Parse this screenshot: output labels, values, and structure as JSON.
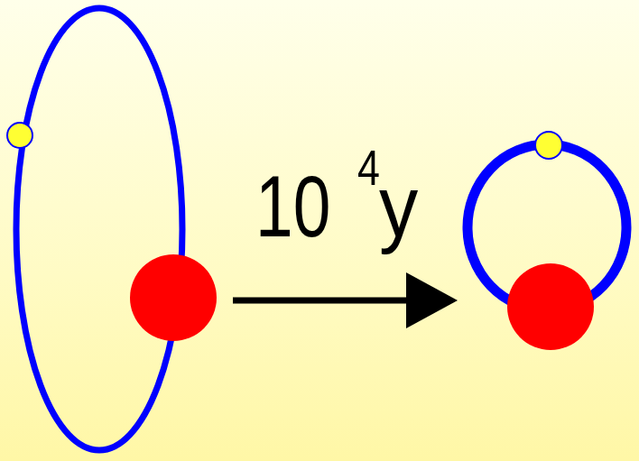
{
  "diagram": {
    "labels": [
      "10",
      "4",
      "y"
    ]
  }
}
